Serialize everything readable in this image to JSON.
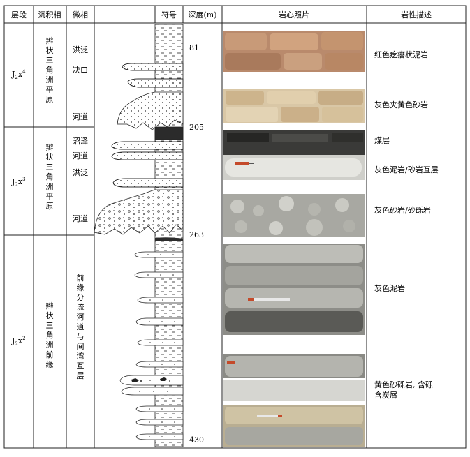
{
  "headers": {
    "layer": "层段",
    "facies": "沉积相",
    "microfacies": "微相",
    "symbol": "符号",
    "depth": "深度(m)",
    "photo": "岩心照片",
    "lithology": "岩性描述"
  },
  "layers": [
    {
      "code": "J₂x⁴",
      "code_main": "J",
      "code_sub": "2",
      "code_x": "x",
      "code_sup": "4",
      "facies": [
        "辫",
        "状",
        "三",
        "角",
        "洲",
        "平",
        "原"
      ],
      "micro": [
        "洪泛",
        "决口",
        "河道"
      ]
    },
    {
      "code": "J₂x³",
      "code_main": "J",
      "code_sub": "2",
      "code_x": "x",
      "code_sup": "3",
      "facies": [
        "辫",
        "状",
        "三",
        "角",
        "洲",
        "平",
        "原"
      ],
      "micro": [
        "沼泽",
        "河道",
        "洪泛",
        "河道"
      ]
    },
    {
      "code": "J₂x²",
      "code_main": "J",
      "code_sub": "2",
      "code_x": "x",
      "code_sup": "2",
      "facies": [
        "辫",
        "状",
        "三",
        "角",
        "洲",
        "前",
        "缘"
      ],
      "micro_vertical": [
        "前",
        "缘",
        "分",
        "流",
        "河",
        "道",
        "与",
        "间",
        "湾",
        "互",
        "层"
      ]
    }
  ],
  "depths": [
    "81",
    "205",
    "263",
    "430"
  ],
  "lithology": [
    "红色疙瘩状泥岩",
    "灰色夹黄色砂岩",
    "煤层",
    "灰色泥岩/砂岩互层",
    "灰色砂岩/砂砾岩",
    "灰色泥岩",
    "黄色砂砾岩, 含砾",
    "含炭屑"
  ],
  "colors": {
    "line": "#222222",
    "red_mudstone": "#b98a6c",
    "sandstone": "#c9b38e",
    "coal": "#2b2b2b",
    "gray_core": "#9a9a94",
    "dark_core": "#4a4a46"
  }
}
